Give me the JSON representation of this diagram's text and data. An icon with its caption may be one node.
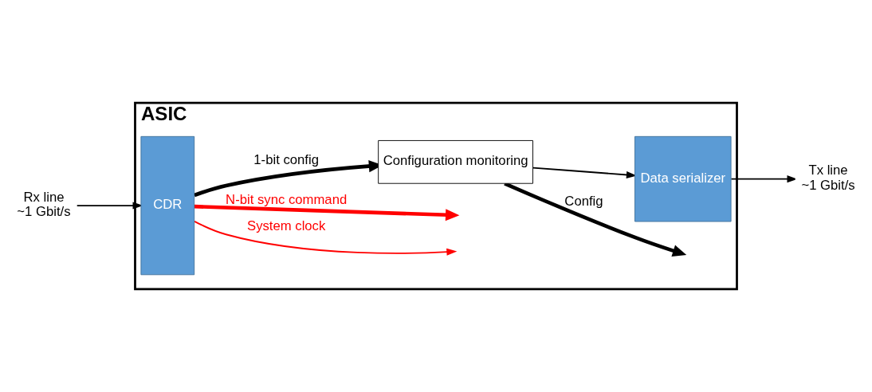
{
  "diagram": {
    "nodes": [
      {
        "text": [
          "ASIC"
        ]
      },
      {
        "text": [
          "CDR"
        ],
        "in": 0
      },
      {
        "text": [
          "Data serializer"
        ],
        "in": 0
      },
      {
        "text": [
          "Configuration monitoring"
        ],
        "in": 0
      },
      {
        "text": [
          "Rx line",
          "~1 Gbit/s"
        ]
      },
      {
        "text": [
          "Tx line",
          "~1 Gbit/s"
        ]
      }
    ],
    "edges": [
      {
        "from": 4,
        "to": 1,
        "arrow": "to"
      },
      {
        "from": 1,
        "to": null,
        "arrow": "to",
        "label": "System clock",
        "color": "#ff0000"
      },
      {
        "from": 1,
        "to": null,
        "arrow": "to",
        "label": "N-bit sync command",
        "color": "#ff0000",
        "style": "thick"
      },
      {
        "from": 1,
        "to": 3,
        "arrow": "to",
        "label": "1-bit config",
        "style": "thick"
      },
      {
        "from": 3,
        "to": 2,
        "arrow": "to"
      },
      {
        "from": 3,
        "to": null,
        "arrow": "to",
        "label": "Config",
        "style": "thick"
      },
      {
        "from": 2,
        "to": 5,
        "arrow": "to"
      }
    ]
  }
}
